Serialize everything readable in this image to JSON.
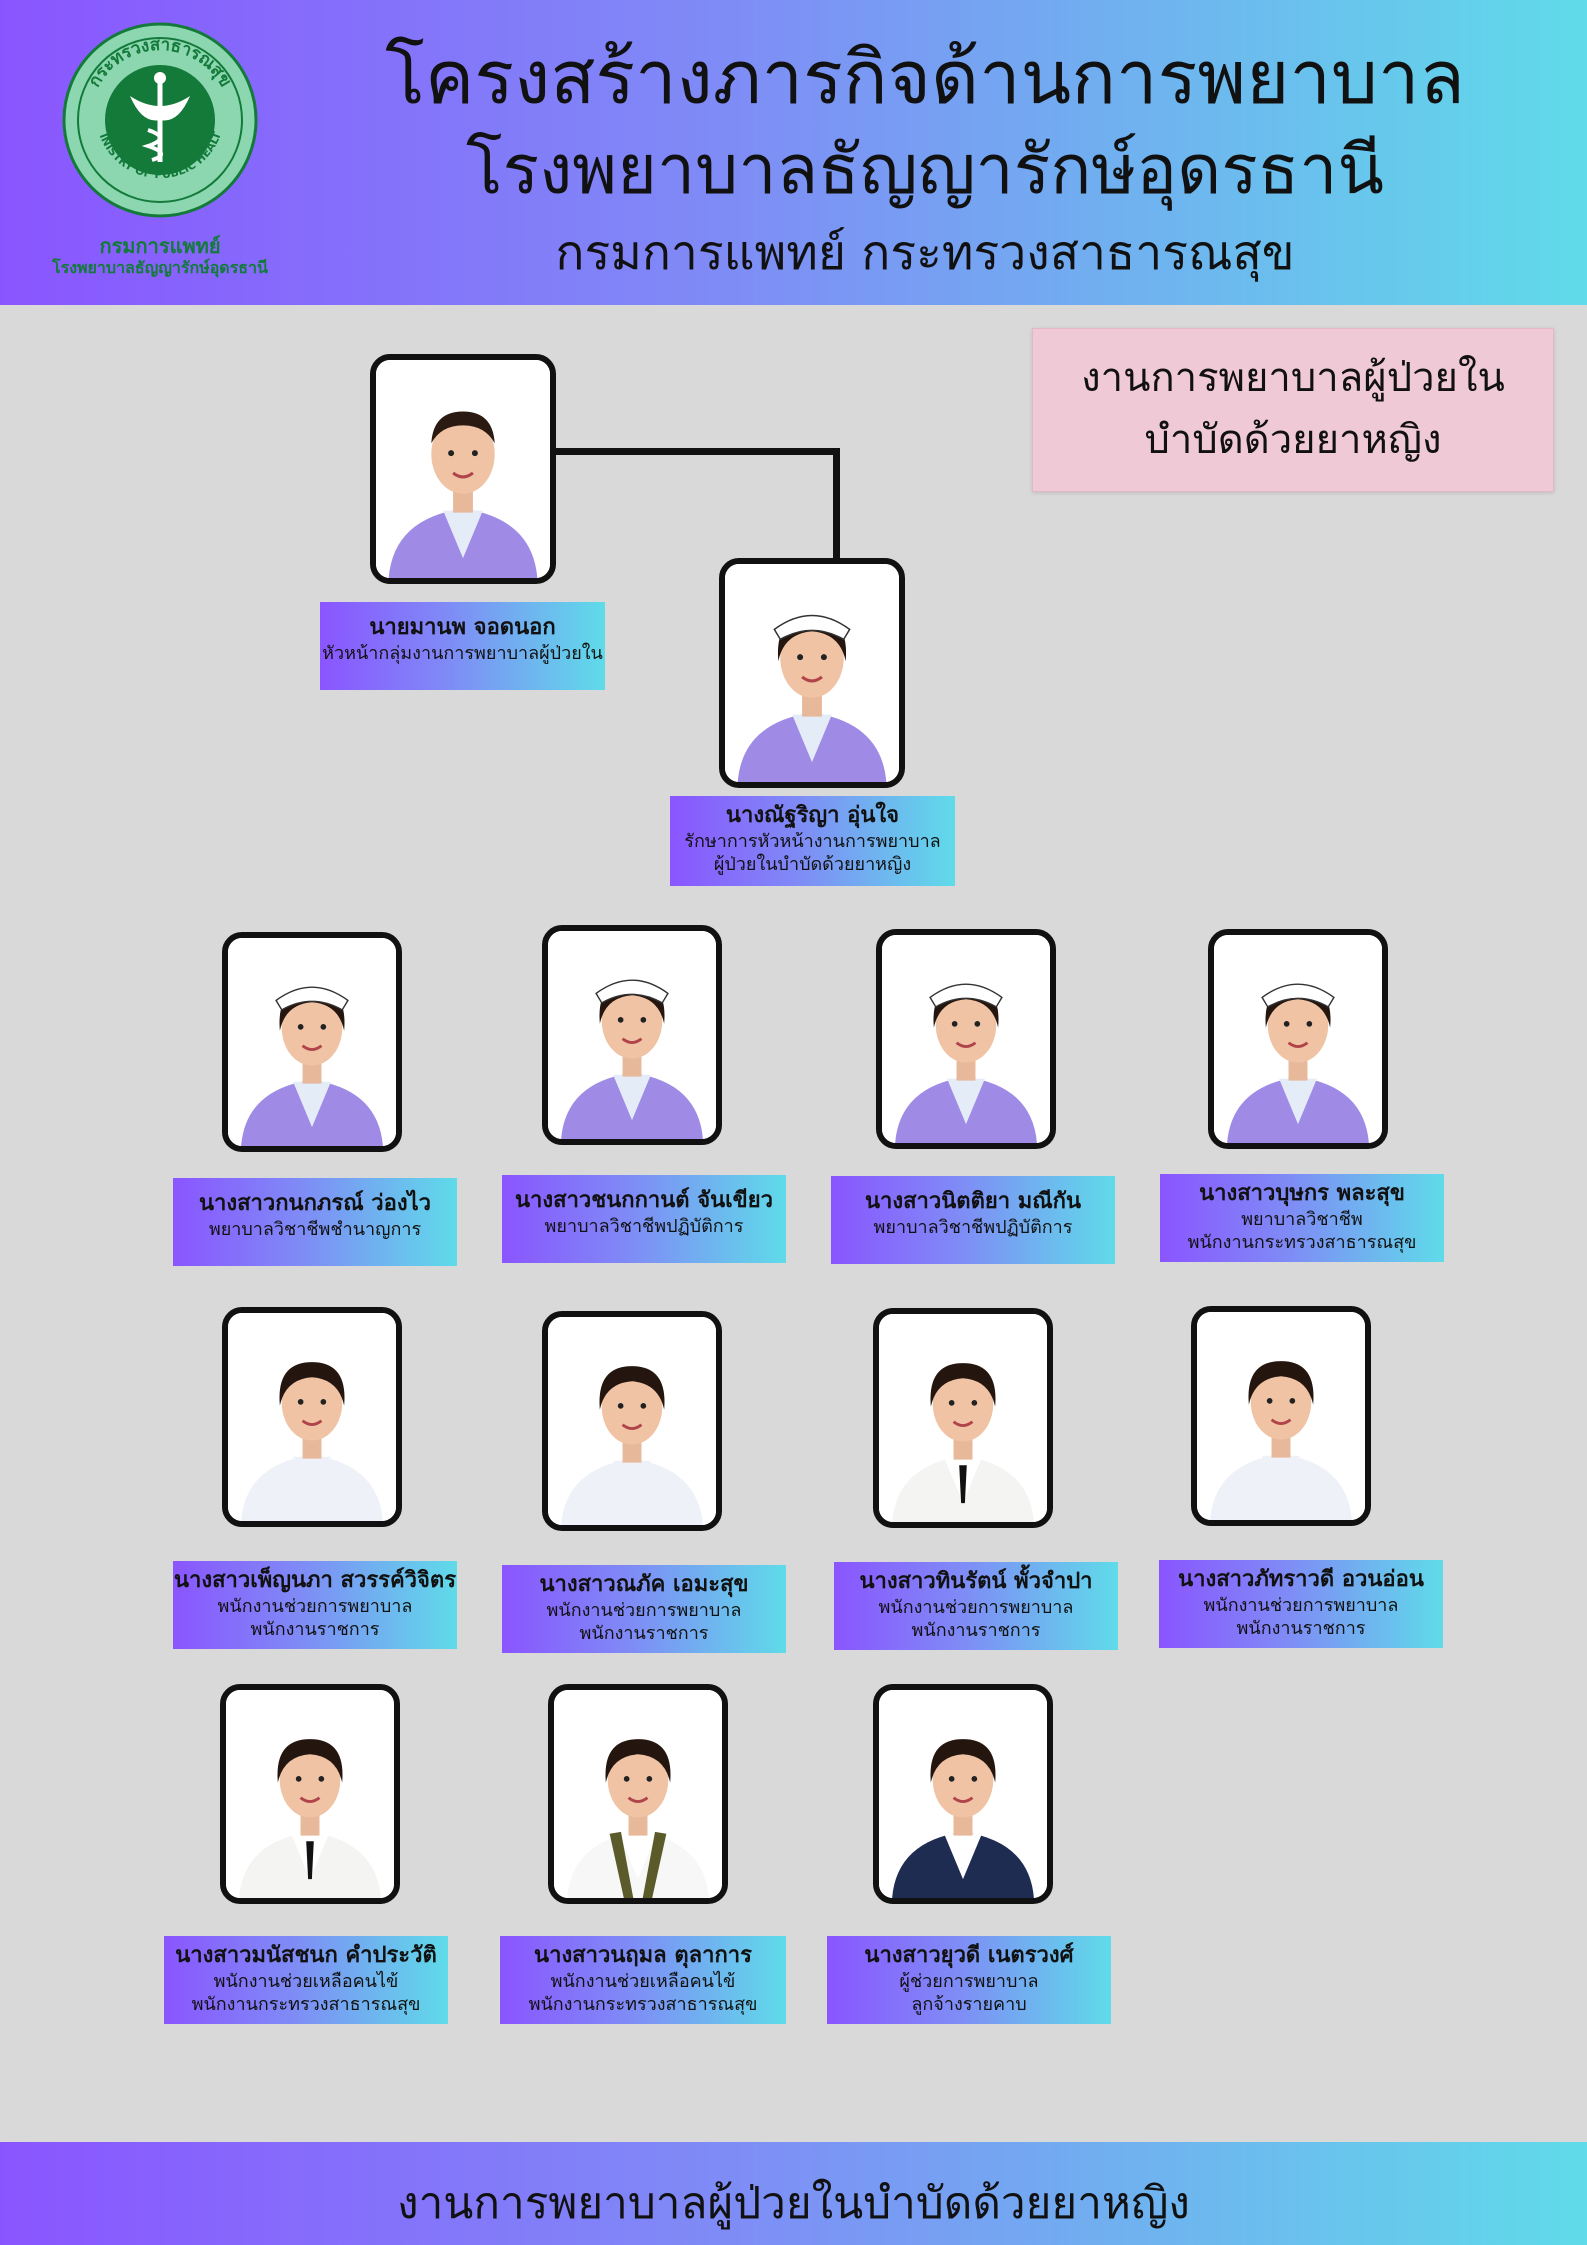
{
  "header": {
    "logo_arc_text": "กระทรวงสาธารณสุข",
    "logo_bottom_text": "MINISTRY OF PUBLIC HEALTH",
    "logo_caption_1": "กรมการแพทย์",
    "logo_caption_2": "โรงพยาบาลธัญญารักษ์อุดรธานี",
    "title_line_1": "โครงสร้างภารกิจด้านการพยาบาล",
    "title_line_2": "โรงพยาบาลธัญญารักษ์อุดรธานี",
    "title_line_3": "กรมการแพทย์  กระทรวงสาธารณสุข"
  },
  "note": {
    "line_1": "งานการพยาบาลผู้ป่วยใน",
    "line_2": "บำบัดด้วยยาหญิง"
  },
  "colors": {
    "gradient_start": "#8a55ff",
    "gradient_end": "#5fdbe9",
    "background": "#d9d9d9",
    "note_pink": "#efc9d6",
    "logo_green": "#137a3a"
  },
  "staff": [
    {
      "name": "นายมานพ จอดนอก",
      "positions": [
        "หัวหน้ากลุ่มงานการพยาบาลผู้ป่วยใน"
      ],
      "uniform": "lavender-suit",
      "gender": "m"
    },
    {
      "name": "นางณัฐริญา อุ่นใจ",
      "positions": [
        "รักษาการหัวหน้างานการพยาบาล",
        "ผู้ป่วยในบำบัดด้วยยาหญิง"
      ],
      "uniform": "lavender-suit",
      "gender": "f",
      "cap": true
    },
    {
      "name": "นางสาวกนกภรณ์ ว่องไว",
      "positions": [
        "พยาบาลวิชาชีพชำนาญการ"
      ],
      "uniform": "lavender-suit",
      "gender": "f",
      "cap": true
    },
    {
      "name": "นางสาวชนกกานต์ จันเขียว",
      "positions": [
        "พยาบาลวิชาชีพปฏิบัติการ"
      ],
      "uniform": "lavender-suit",
      "gender": "f",
      "cap": true
    },
    {
      "name": "นางสาวนิตติยา มณีกัน",
      "positions": [
        "พยาบาลวิชาชีพปฏิบัติการ"
      ],
      "uniform": "lavender-suit",
      "gender": "f",
      "cap": true
    },
    {
      "name": "นางสาวบุษกร พละสุข",
      "positions": [
        "พยาบาลวิชาชีพ",
        "พนักงานกระทรวงสาธารณสุข"
      ],
      "uniform": "lavender-suit",
      "gender": "f",
      "cap": true
    },
    {
      "name": "นางสาวเพ็ญนภา สวรรค์วิจิตร",
      "positions": [
        "พนักงานช่วยการพยาบาล",
        "พนักงานราชการ"
      ],
      "uniform": "white-scrub",
      "gender": "f"
    },
    {
      "name": "นางสาวณภัค เอมะสุข",
      "positions": [
        "พนักงานช่วยการพยาบาล",
        "พนักงานราชการ"
      ],
      "uniform": "white-scrub",
      "gender": "f"
    },
    {
      "name": "นางสาวทินรัตน์ พั้วจำปา",
      "positions": [
        "พนักงานช่วยการพยาบาล",
        "พนักงานราชการ"
      ],
      "uniform": "white-official",
      "gender": "f"
    },
    {
      "name": "นางสาวภัทราวดี อวนอ่อน",
      "positions": [
        "พนักงานช่วยการพยาบาล",
        "พนักงานราชการ"
      ],
      "uniform": "white-scrub",
      "gender": "f"
    },
    {
      "name": "นางสาวมนัสชนก คำประวัติ",
      "positions": [
        "พนักงานช่วยเหลือคนไข้",
        "พนักงานกระทรวงสาธารณสุข"
      ],
      "uniform": "white-official",
      "gender": "f"
    },
    {
      "name": "นางสาวนฤมล ตุลาการ",
      "positions": [
        "พนักงานช่วยเหลือคนไข้",
        "พนักงานกระทรวงสาธารณสุข"
      ],
      "uniform": "graduation",
      "gender": "f"
    },
    {
      "name": "นางสาวยุวดี เนตรวงศ์",
      "positions": [
        "ผู้ช่วยการพยาบาล",
        "ลูกจ้างรายคาบ"
      ],
      "uniform": "navy-suit",
      "gender": "f"
    }
  ],
  "footer": {
    "text": "งานการพยาบาลผู้ป่วยในบำบัดด้วยยาหญิง"
  }
}
